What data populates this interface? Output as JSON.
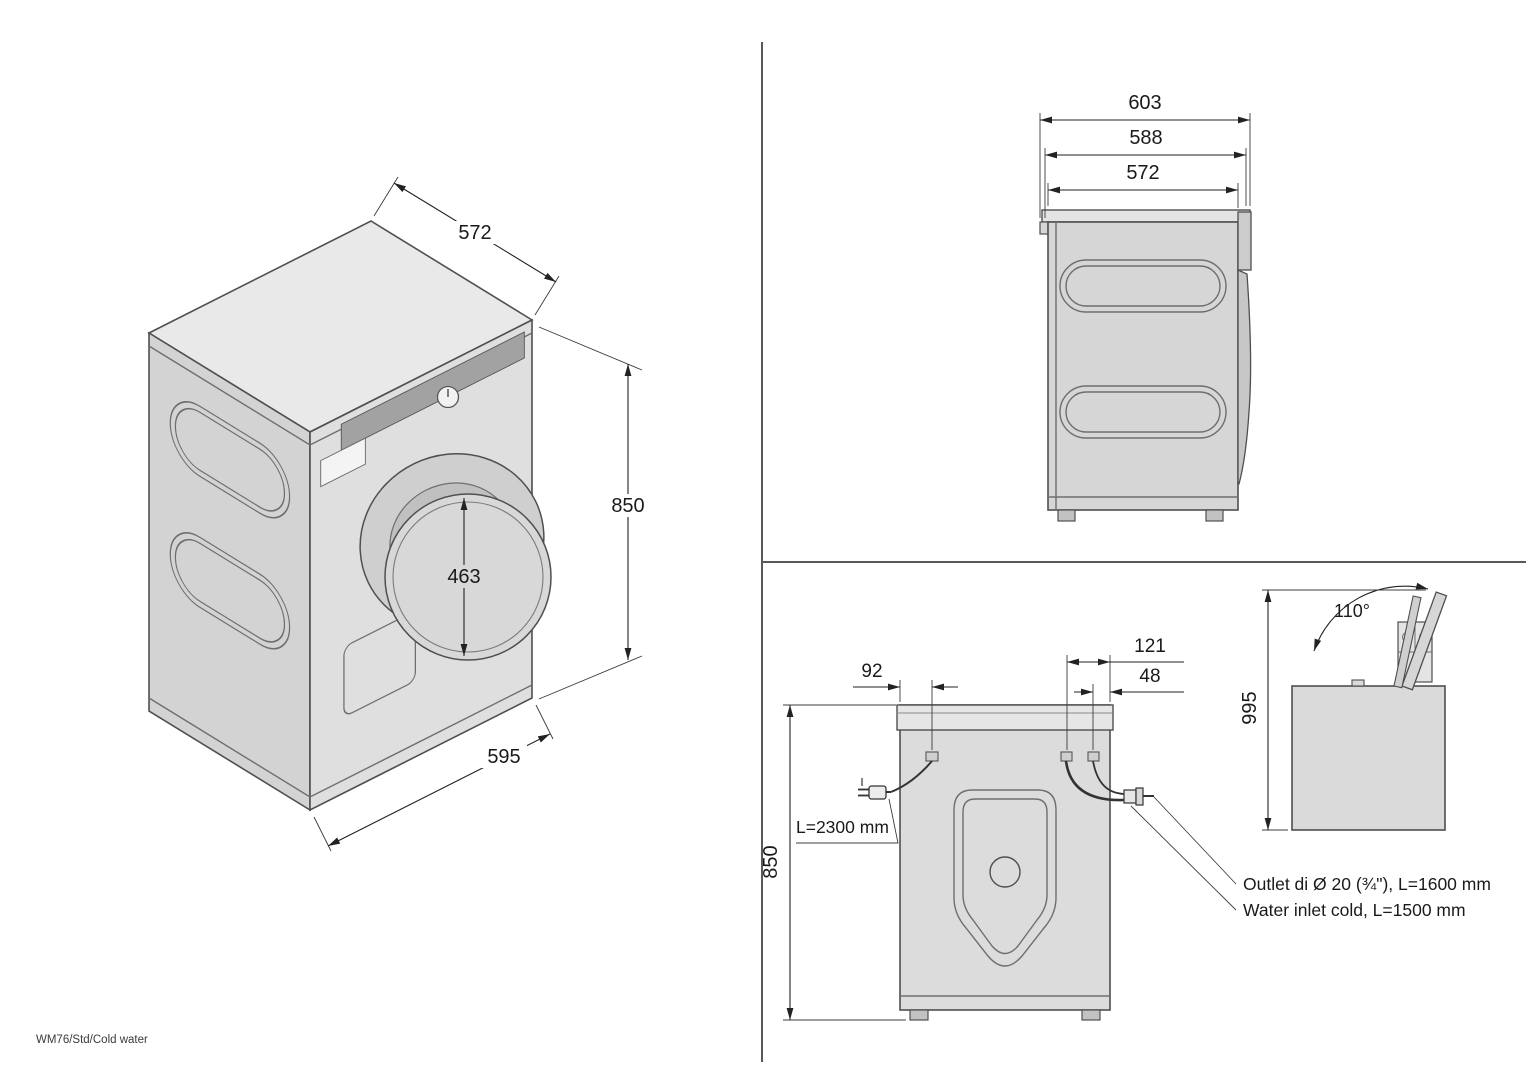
{
  "footer": {
    "model_label": "WM76/Std/Cold water"
  },
  "isometric_view": {
    "top_depth_mm": "572",
    "height_mm": "850",
    "door_diameter_mm": "463",
    "width_mm": "595"
  },
  "side_view": {
    "depth_total_mm": "603",
    "depth_with_rear_mm": "588",
    "depth_body_mm": "572"
  },
  "rear_view": {
    "cord_offset_mm": "92",
    "outlet_offset_mm": "121",
    "inlet_offset_mm": "48",
    "height_mm": "850",
    "cord_length_label": "L=2300 mm",
    "outlet_callout": "Outlet di Ø 20 (¾\"), L=1600 mm",
    "inlet_callout": "Water inlet cold, L=1500 mm"
  },
  "lid_view": {
    "opening_angle": "110°",
    "max_height_open_mm": "995"
  },
  "colors": {
    "body_fill": "#d8d8d8",
    "body_fill_light": "#e9e9e9",
    "outline": "#4f4f4f",
    "dimension_line": "#222222"
  }
}
